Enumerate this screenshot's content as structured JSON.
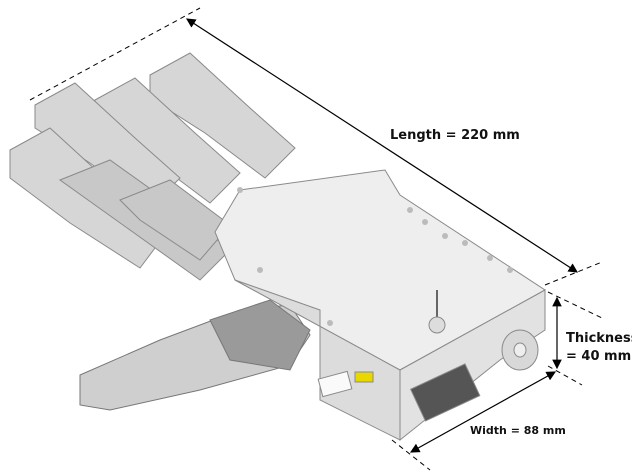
{
  "dimensions": {
    "length": "Length  = 220 mm",
    "thickness_line1": "Thickness",
    "thickness_line2": "= 40 mm",
    "width": "Width = 88 mm"
  },
  "colors": {
    "body": "#e6e6e6",
    "shade": "#bdbdbd",
    "edge": "#8a8a8a",
    "arrow": "#000000",
    "indicator": "#e8d800"
  }
}
